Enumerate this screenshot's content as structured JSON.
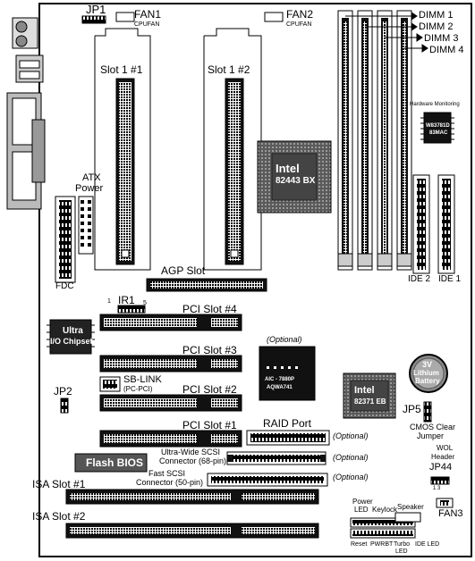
{
  "labels": {
    "jp1": "JP1",
    "fan1": "FAN1",
    "fan1_sub": "CPUFAN",
    "fan2": "FAN2",
    "fan2_sub": "CPUFAN",
    "slot1_1": "Slot 1 #1",
    "slot1_2": "Slot 1 #2",
    "dimm1": "DIMM 1",
    "dimm2": "DIMM 2",
    "dimm3": "DIMM 3",
    "dimm4": "DIMM 4",
    "hw_monitoring": "Hardware Monitoring",
    "hw_chip": "W83781D",
    "hw_chip2": "83MAC",
    "intel_bx_1": "Intel",
    "intel_bx_2": "82443 BX",
    "atx_power_1": "ATX",
    "atx_power_2": "Power",
    "fdc": "FDC",
    "agp_slot": "AGP Slot",
    "ide2": "IDE 2",
    "ide1": "IDE 1",
    "ir1": "IR1",
    "ir1_pin1": "1",
    "ir1_pin5": "5",
    "pci4": "PCI Slot #4",
    "pci3": "PCI Slot #3",
    "pci2": "PCI Slot #2",
    "pci1": "PCI Slot #1",
    "ultra_io_1": "Ultra",
    "ultra_io_2": "I/O Chipset",
    "optional": "(Optional)",
    "aic_1": "AIC - 7880P",
    "aic_2": "AQWA741",
    "sblink": "SB-LINK",
    "sblink_sub": "(PC-PCI)",
    "intel_eb_1": "Intel",
    "intel_eb_2": "82371 EB",
    "battery_1": "3V",
    "battery_2": "Lithium",
    "battery_3": "Battery",
    "jp2": "JP2",
    "jp5": "JP5",
    "cmos_1": "CMOS Clear",
    "cmos_2": "Jumper",
    "raid_port": "RAID Port",
    "raid_optional": "(Optional)",
    "uw_scsi_1": "Ultra-Wide SCSI",
    "uw_scsi_2": "Connector (68-pin)",
    "uw_optional": "(Optional)",
    "fast_scsi_1": "Fast SCSI",
    "fast_scsi_2": "Connector (50-pin)",
    "fast_optional": "(Optional)",
    "flash_bios": "Flash BIOS",
    "isa1": "ISA Slot #1",
    "isa2": "ISA Slot #2",
    "wol_1": "WOL",
    "wol_2": "Header",
    "jp44": "JP44",
    "jp44_pins": "1  3",
    "fan3": "FAN3",
    "power_led_1": "Power",
    "power_led_2": "LED",
    "keylock": "Keylock",
    "speaker": "Speaker",
    "reset": "Reset",
    "pwrbt": "PWRBT",
    "turbo_led_1": "Turbo",
    "turbo_led_2": "LED",
    "ide_led": "IDE LED",
    "pin1": "1",
    "pin3": "3"
  }
}
